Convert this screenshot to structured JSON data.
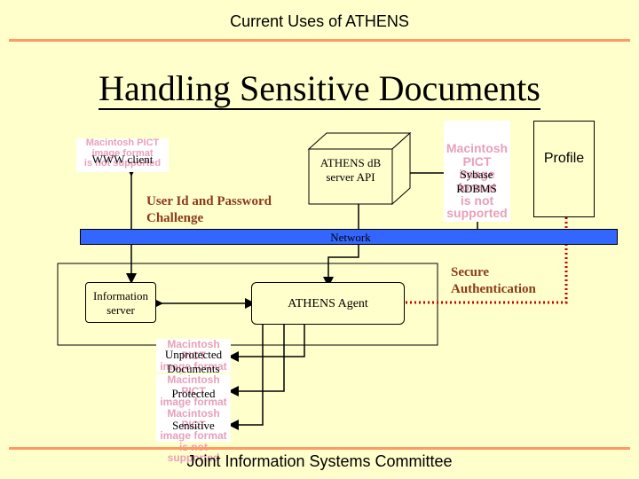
{
  "header": {
    "text": "Current Uses of ATHENS"
  },
  "title": {
    "text": "Handling Sensitive Documents"
  },
  "footer": {
    "text": "Joint Information Systems Committee"
  },
  "placeholder": {
    "line1": "Macintosh PICT",
    "line2": "image format",
    "line3": "is not supported"
  },
  "nodes": {
    "www_client": "WWW client",
    "challenge": "User Id and Password Challenge",
    "athens_db": "ATHENS dB server API",
    "sybase": "Sybase RDBMS",
    "profile": "Profile",
    "network": "Network",
    "info_server": "Information server",
    "agent": "ATHENS Agent",
    "secure_auth": "Secure Authentication",
    "unprotected": "Unprotected Documents",
    "protected": "Protected",
    "sensitive": "Sensitive"
  },
  "colors": {
    "background": "#ffffcc",
    "rule": "#ff9966",
    "network_bar": "#3366ff",
    "dotted_link": "#cc0000",
    "label_brown": "#8b3a1a",
    "placeholder_text": "#e8a0b8"
  }
}
